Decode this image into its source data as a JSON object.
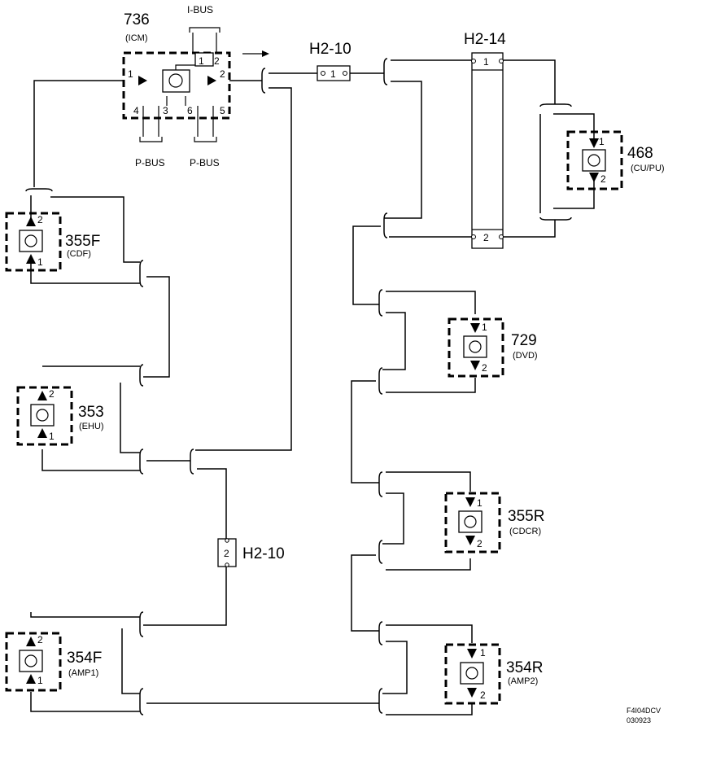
{
  "modules": {
    "icm": {
      "number": "736",
      "name": "(ICM)",
      "pins": [
        "1",
        "2",
        "4",
        "3",
        "6",
        "5"
      ]
    },
    "cupu": {
      "number": "468",
      "name": "(CU/PU)",
      "pins": [
        "1",
        "2"
      ]
    },
    "cdf": {
      "number": "355F",
      "name": "(CDF)",
      "pins": [
        "2",
        "1"
      ]
    },
    "ehu": {
      "number": "353",
      "name": "(EHU)",
      "pins": [
        "2",
        "1"
      ]
    },
    "amp1": {
      "number": "354F",
      "name": "(AMP1)",
      "pins": [
        "2",
        "1"
      ]
    },
    "dvd": {
      "number": "729",
      "name": "(DVD)",
      "pins": [
        "1",
        "2"
      ]
    },
    "cdcr": {
      "number": "355R",
      "name": "(CDCR)",
      "pins": [
        "1",
        "2"
      ]
    },
    "amp2": {
      "number": "354R",
      "name": "(AMP2)",
      "pins": [
        "1",
        "2"
      ]
    }
  },
  "connectors": {
    "h210_top": {
      "label": "H2-10",
      "pin": "1"
    },
    "h214": {
      "label": "H2-14",
      "pins": [
        "1",
        "2"
      ]
    },
    "h210_mid": {
      "label": "H2-10",
      "pin": "2"
    }
  },
  "bus_labels": {
    "ibus": "I-BUS",
    "ibus_pins": [
      "1",
      "2"
    ],
    "pbus_left": "P-BUS",
    "pbus_right": "P-BUS"
  },
  "footer": {
    "code": "F4I04DCV",
    "date": "030923"
  }
}
